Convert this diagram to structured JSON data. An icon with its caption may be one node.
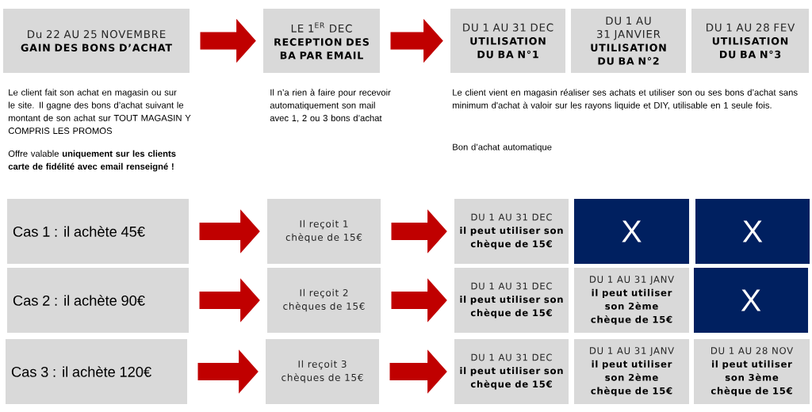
{
  "diagram": {
    "nodes": [
      {
        "text": [
          "Du 22 AU 25 NOVEMBRE",
          "GAIN DES BONS D’ACHAT"
        ],
        "beside": [
          "Le client fait son achat en magasin ou sur le site. Il gagne des bons d’achat suivant le montant de son achat sur TOUT MAGASIN Y COMPRIS LES PROMOS",
          "Offre valable **uniquement sur les clients carte de fidélité avec email renseigné !**"
        ]
      },
      {
        "text": [
          "LE 1$^{ER}$ DEC",
          "RECEPTION DES BA PAR EMAIL"
        ],
        "beside": [
          "Il n’a rien à faire pour recevoir automatiquement son mail avec 1, 2 ou 3 bons d’achat"
        ]
      },
      {
        "text": [
          "DU 1 AU 31 DEC",
          "UTILISATION DU BA N°1"
        ]
      },
      {
        "text": [
          "DU 1 AU 31 JANVIER",
          "UTILISATION DU BA N°2"
        ]
      },
      {
        "text": [
          "DU 1 AU 28 FEV",
          "UTILISATION DU BA N°3"
        ]
      },
      {
        "text": [
          "Cas 1 : il achète 45€"
        ]
      },
      {
        "text": [
          "Il reçoit 1 chèque de 15€"
        ]
      },
      {
        "text": [
          "DU 1 AU 31 DEC",
          "il peut utiliser son chèque de 15€"
        ]
      },
      {
        "text": [
          "X"
        ]
      },
      {
        "text": [
          "X"
        ]
      },
      {
        "text": [
          "Cas 2 : il achète 90€"
        ]
      },
      {
        "text": [
          "Il reçoit 2 chèques de 15€"
        ]
      },
      {
        "text": [
          "DU 1 AU 31 DEC",
          "il peut utiliser son chèque de 15€"
        ]
      },
      {
        "text": [
          "DU 1 AU 31 JANV",
          "il peut utiliser son 2ème chèque de 15€"
        ]
      },
      {
        "text": [
          "X"
        ]
      },
      {
        "text": [
          "Cas 3 : il achète 120€"
        ]
      },
      {
        "text": [
          "Il reçoit 3 chèques de 15€"
        ]
      },
      {
        "text": [
          "DU 1 AU 31 DEC",
          "il peut utiliser son chèque de 15€"
        ]
      },
      {
        "text": [
          "DU 1 AU 31 JANV",
          "il peut utiliser son 2ème chèque de 15€"
        ]
      },
      {
        "text": [
          "DU 1 AU 28  NOV",
          "il peut utiliser son 3ème chèque de 15€"
        ]
      }
    ],
    "edges": [
      {
        "from": 0,
        "to": 1,
        "arrow": "to"
      },
      {
        "from": 1,
        "to": 2,
        "arrow": "to"
      },
      {
        "from": 5,
        "to": 6,
        "arrow": "to"
      },
      {
        "from": 6,
        "to": 7,
        "arrow": "to"
      },
      {
        "from": 10,
        "to": 11,
        "arrow": "to"
      },
      {
        "from": 11,
        "to": 12,
        "arrow": "to"
      },
      {
        "from": 15,
        "to": 16,
        "arrow": "to"
      },
      {
        "from": 16,
        "to": 17,
        "arrow": "to"
      }
    ],
    "labels": [
      "Le client vient en magasin réaliser ses achats et utiliser son ou ses bons d’achat sans minimum d'achat à valoir sur les rayons liquide et DIY, utilisable en 1 seule fois.",
      "Bon d’achat automatique"
    ]
  }
}
